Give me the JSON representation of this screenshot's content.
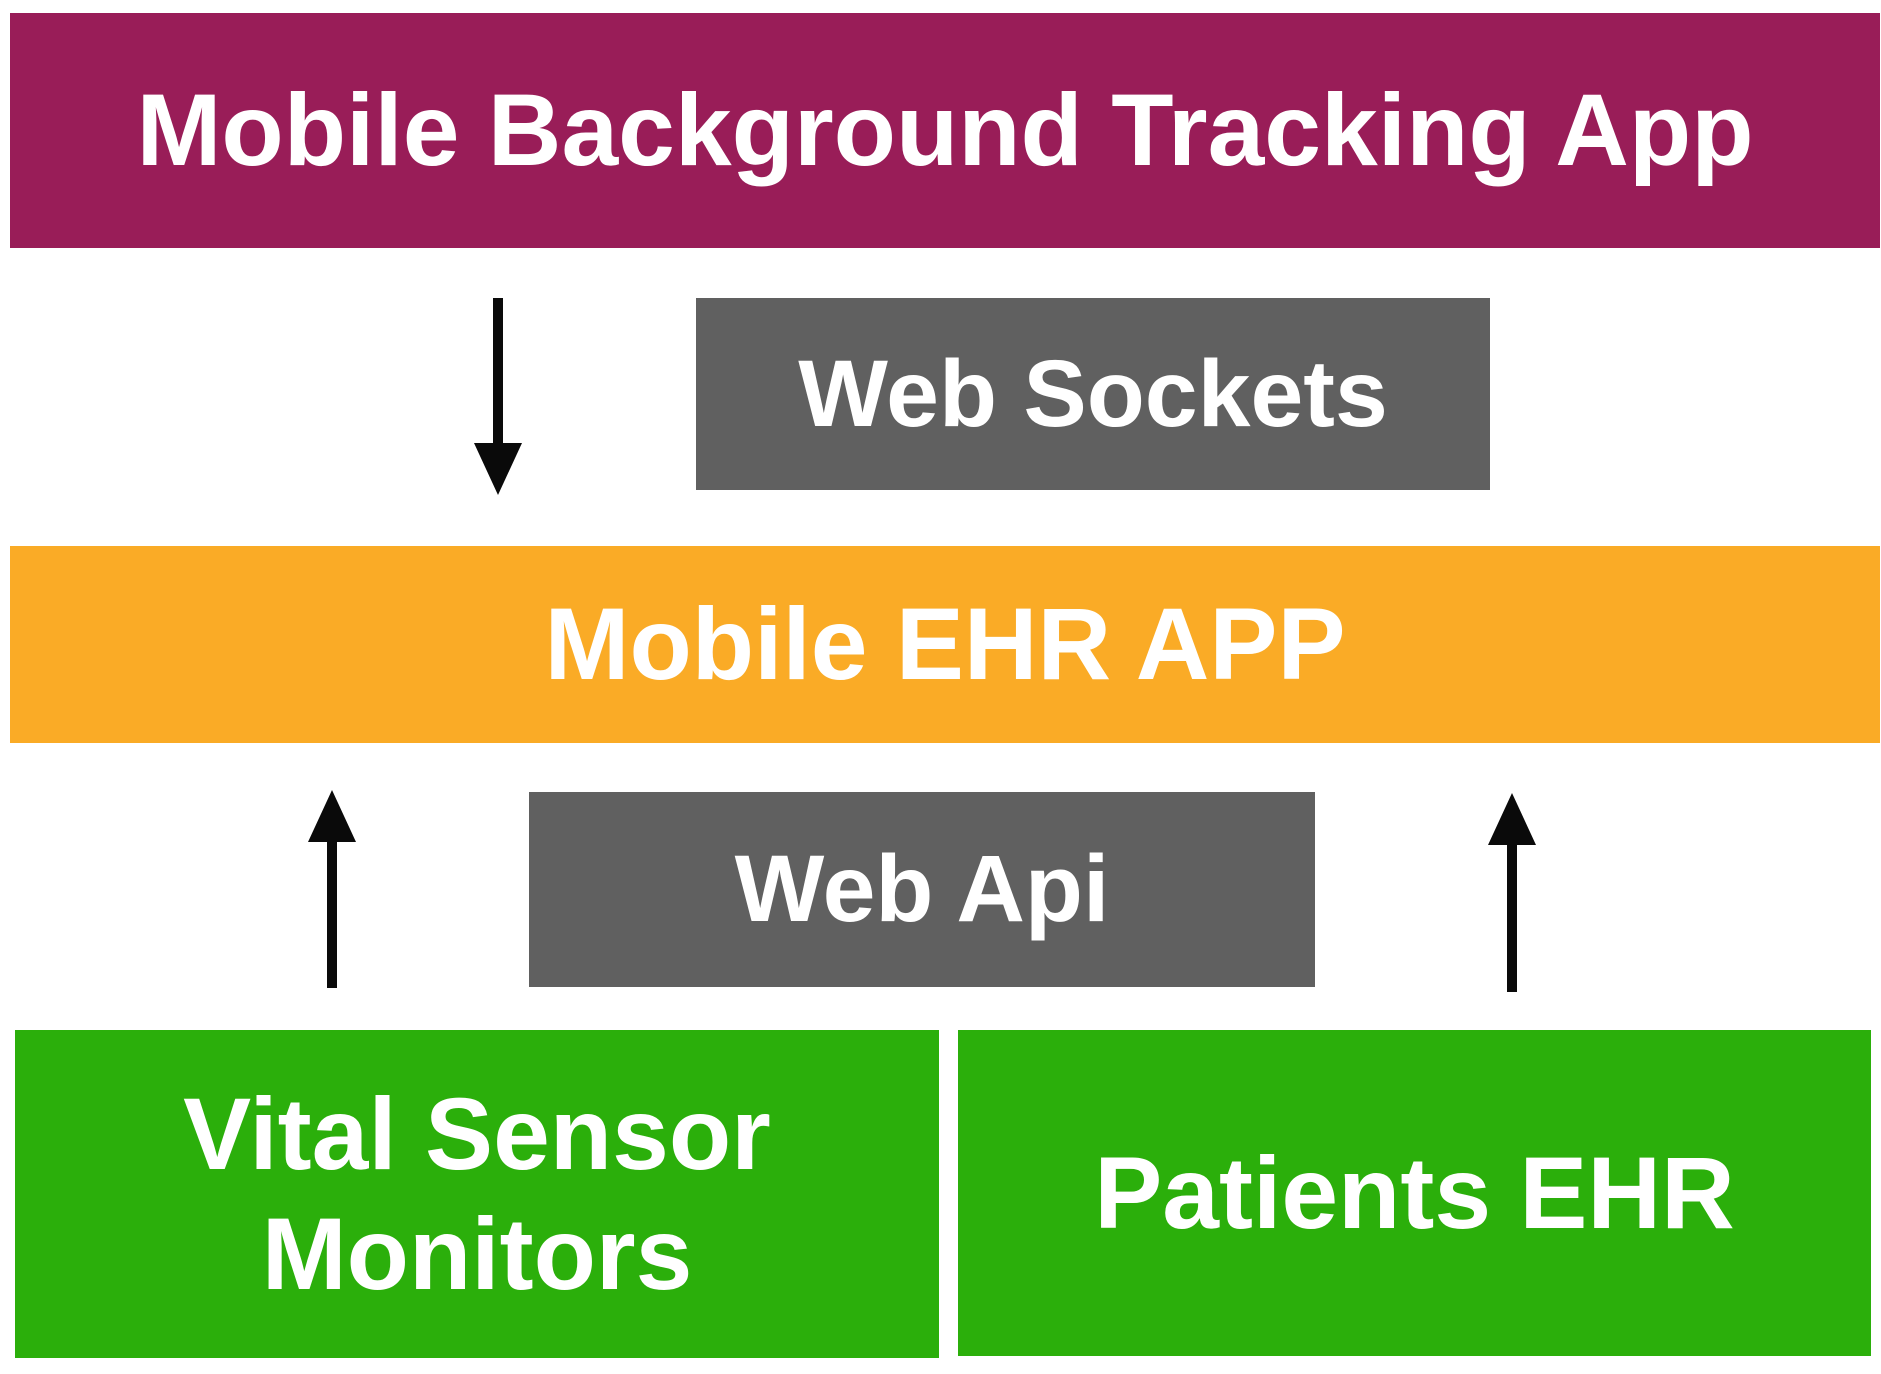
{
  "colors": {
    "tracking_app_bg": "#991D58",
    "mobile_ehr_app_bg": "#FAAB26",
    "connector_label_bg": "#606060",
    "data_source_bg": "#2BAF0B",
    "label_text": "#FFFFFF",
    "arrow": "#0A0A0A",
    "page_bg": "#FFFFFF"
  },
  "nodes": {
    "tracking_app": {
      "label": "Mobile Background Tracking App"
    },
    "web_sockets": {
      "label": "Web Sockets"
    },
    "mobile_ehr_app": {
      "label": "Mobile EHR APP"
    },
    "web_api": {
      "label": "Web Api"
    },
    "vital_sensor_monitors": {
      "label": "Vital Sensor Monitors"
    },
    "patients_ehr": {
      "label": "Patients EHR"
    }
  },
  "icons": {
    "top_connector": "down-arrow-icon",
    "bottom_left_connector": "up-arrow-icon",
    "bottom_right_connector": "up-arrow-icon"
  }
}
